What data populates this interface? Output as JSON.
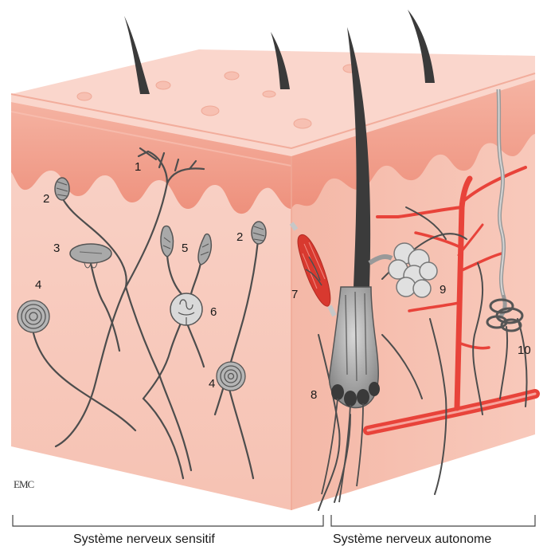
{
  "logo_text": "EMC",
  "labels": {
    "l1": "1",
    "l2a": "2",
    "l2b": "2",
    "l3": "3",
    "l4a": "4",
    "l4b": "4",
    "l5": "5",
    "l6": "6",
    "l7": "7",
    "l8": "8",
    "l9": "9",
    "l10": "10"
  },
  "captions": {
    "sensory": "Système nerveux sensitif",
    "autonomic": "Système nerveux autonome"
  },
  "colors": {
    "skin_face": "#f7c4b6",
    "skin_top": "#fad3c8",
    "epidermis": "#f0a28f",
    "vessel": "#e8433a",
    "nerve": "#4a4a4a",
    "hair": "#3a3a3a",
    "receptor": "#a9a9a9"
  }
}
